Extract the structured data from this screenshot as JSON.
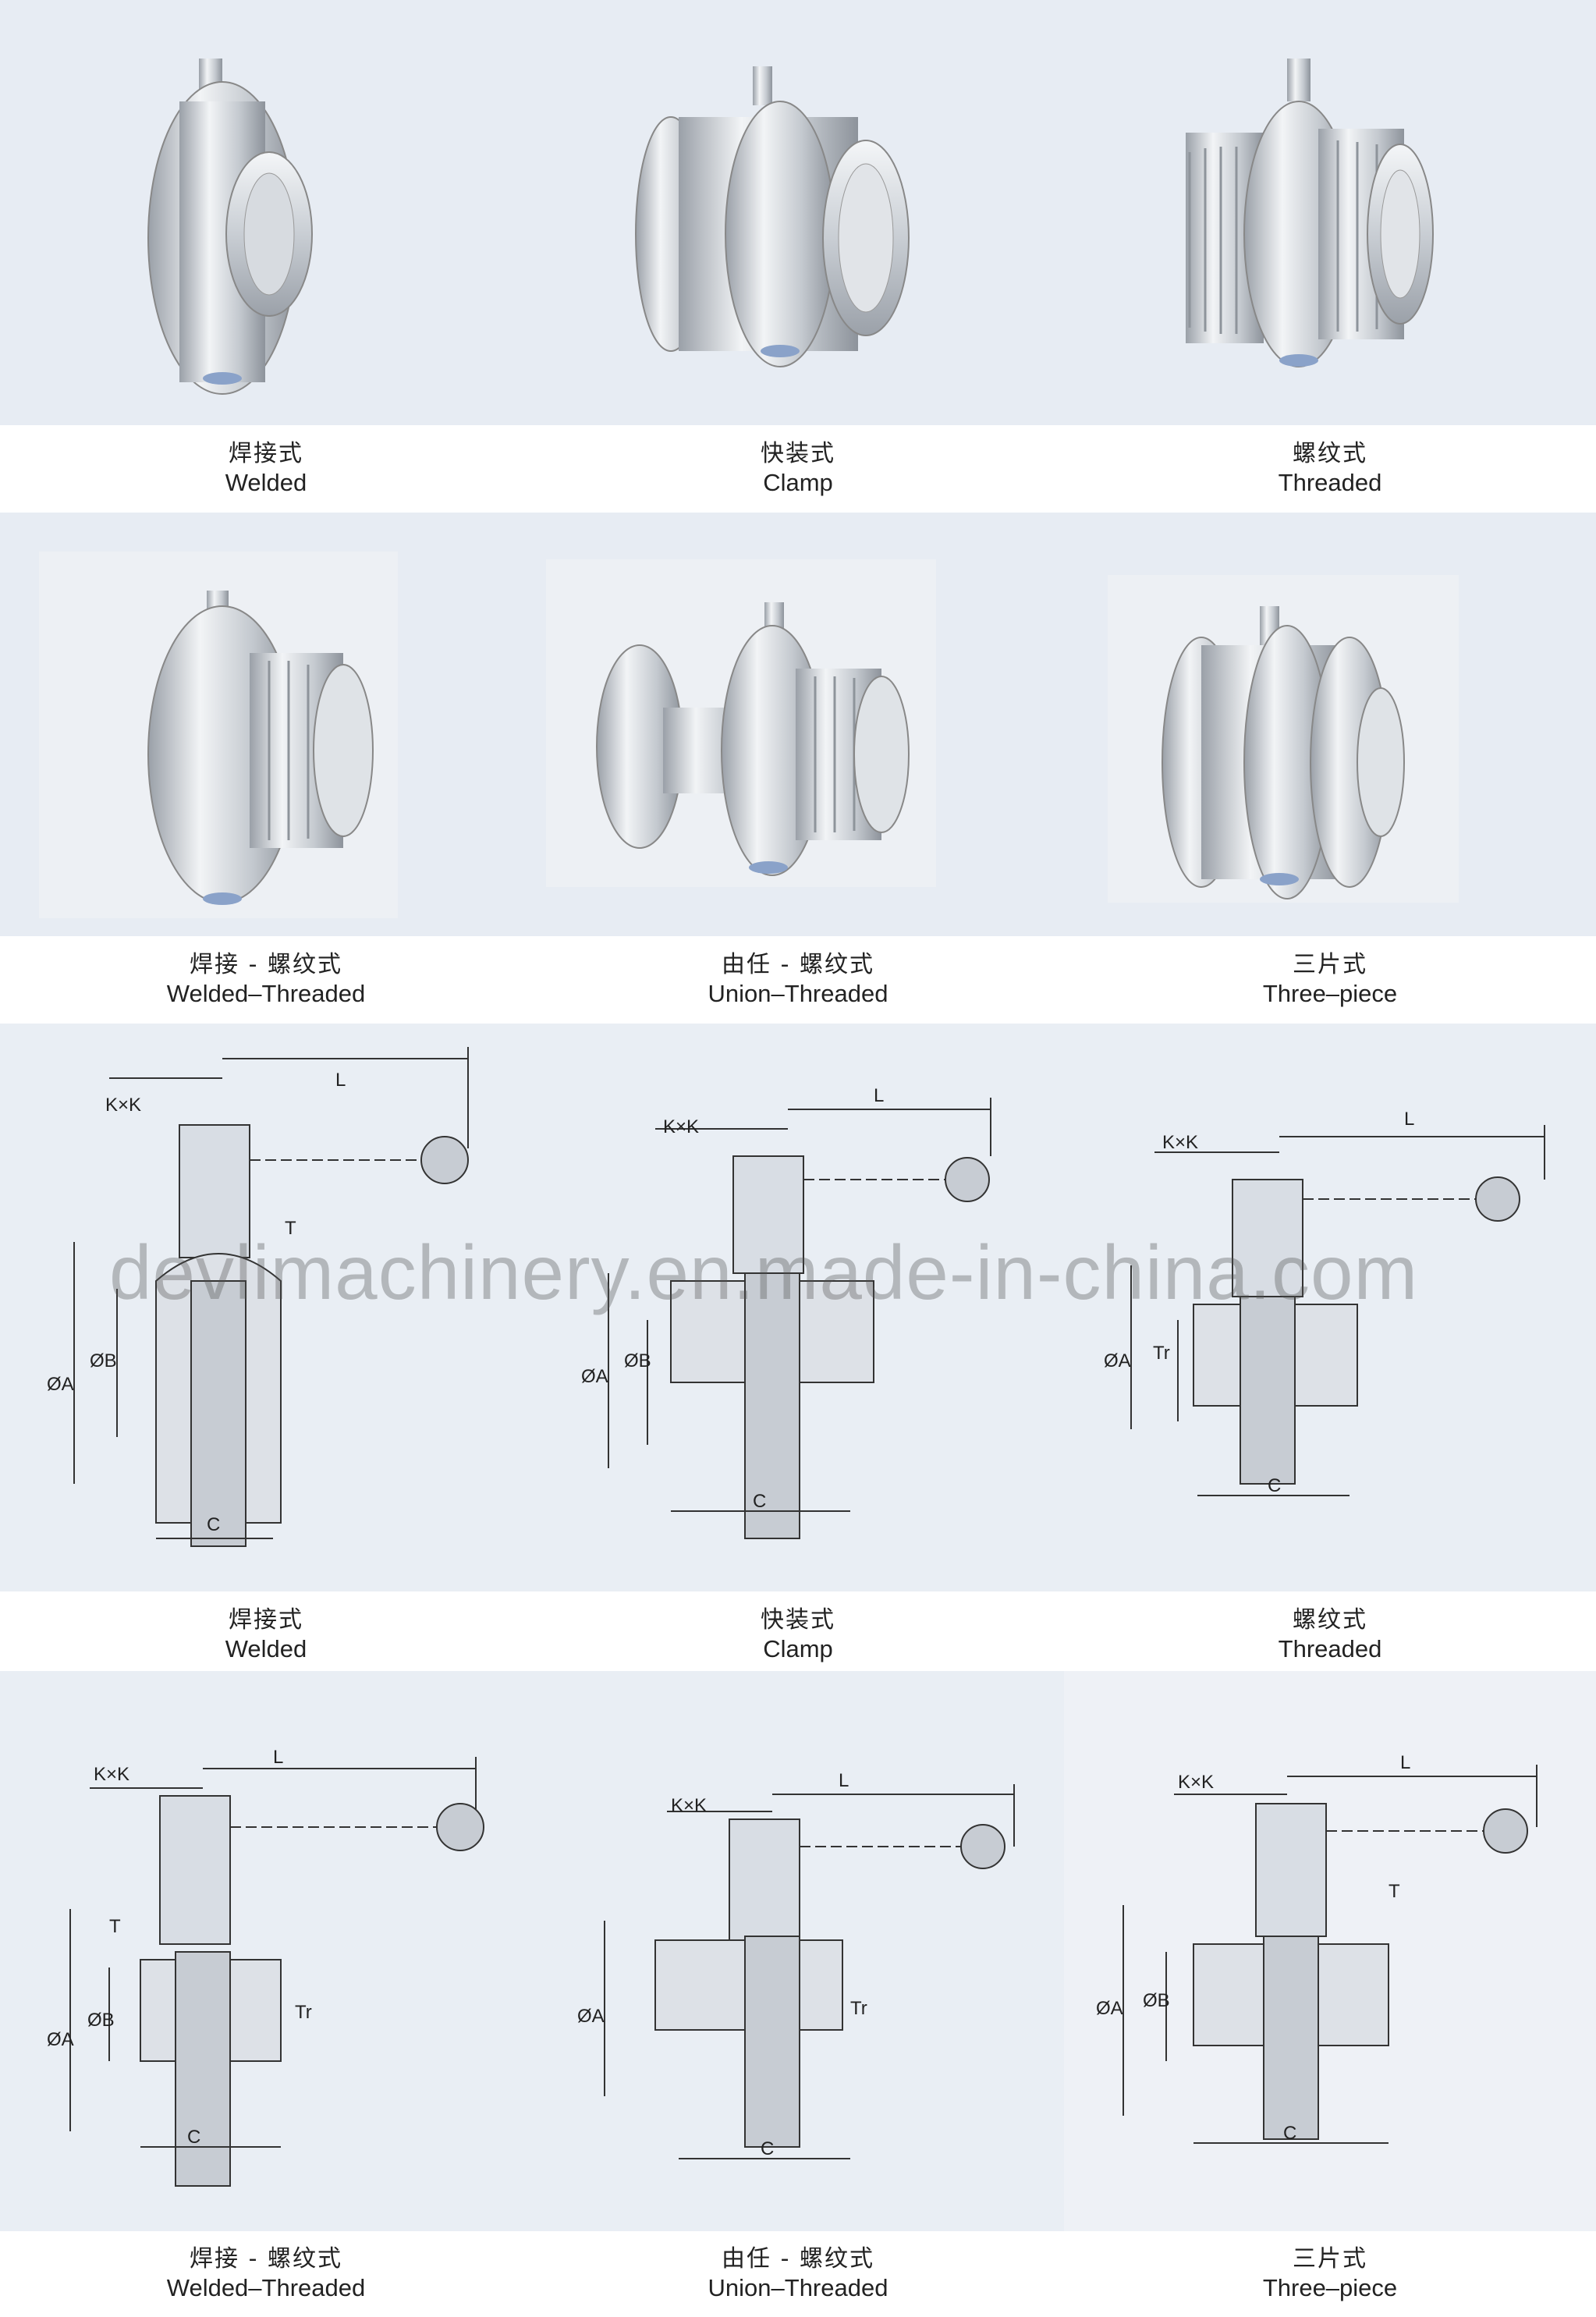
{
  "watermark": "devlimachinery.en.made-in-china.com",
  "rows": [
    {
      "items": [
        {
          "zh": "焊接式",
          "en": "Welded"
        },
        {
          "zh": "快装式",
          "en": "Clamp"
        },
        {
          "zh": "螺纹式",
          "en": "Threaded"
        }
      ]
    },
    {
      "items": [
        {
          "zh": "焊接 - 螺纹式",
          "en": "Welded–Threaded"
        },
        {
          "zh": "由任 - 螺纹式",
          "en": "Union–Threaded"
        },
        {
          "zh": "三片式",
          "en": "Three–piece"
        }
      ]
    },
    {
      "items": [
        {
          "zh": "焊接式",
          "en": "Welded"
        },
        {
          "zh": "快装式",
          "en": "Clamp"
        },
        {
          "zh": "螺纹式",
          "en": "Threaded"
        }
      ]
    },
    {
      "items": [
        {
          "zh": "焊接 - 螺纹式",
          "en": "Welded–Threaded"
        },
        {
          "zh": "由任 - 螺纹式",
          "en": "Union–Threaded"
        },
        {
          "zh": "三片式",
          "en": "Three–piece"
        }
      ]
    }
  ],
  "dims": {
    "kxk": "K×K",
    "l": "L",
    "t": "T",
    "a": "ØA",
    "b": "ØB",
    "c": "C",
    "tr": "Tr"
  }
}
